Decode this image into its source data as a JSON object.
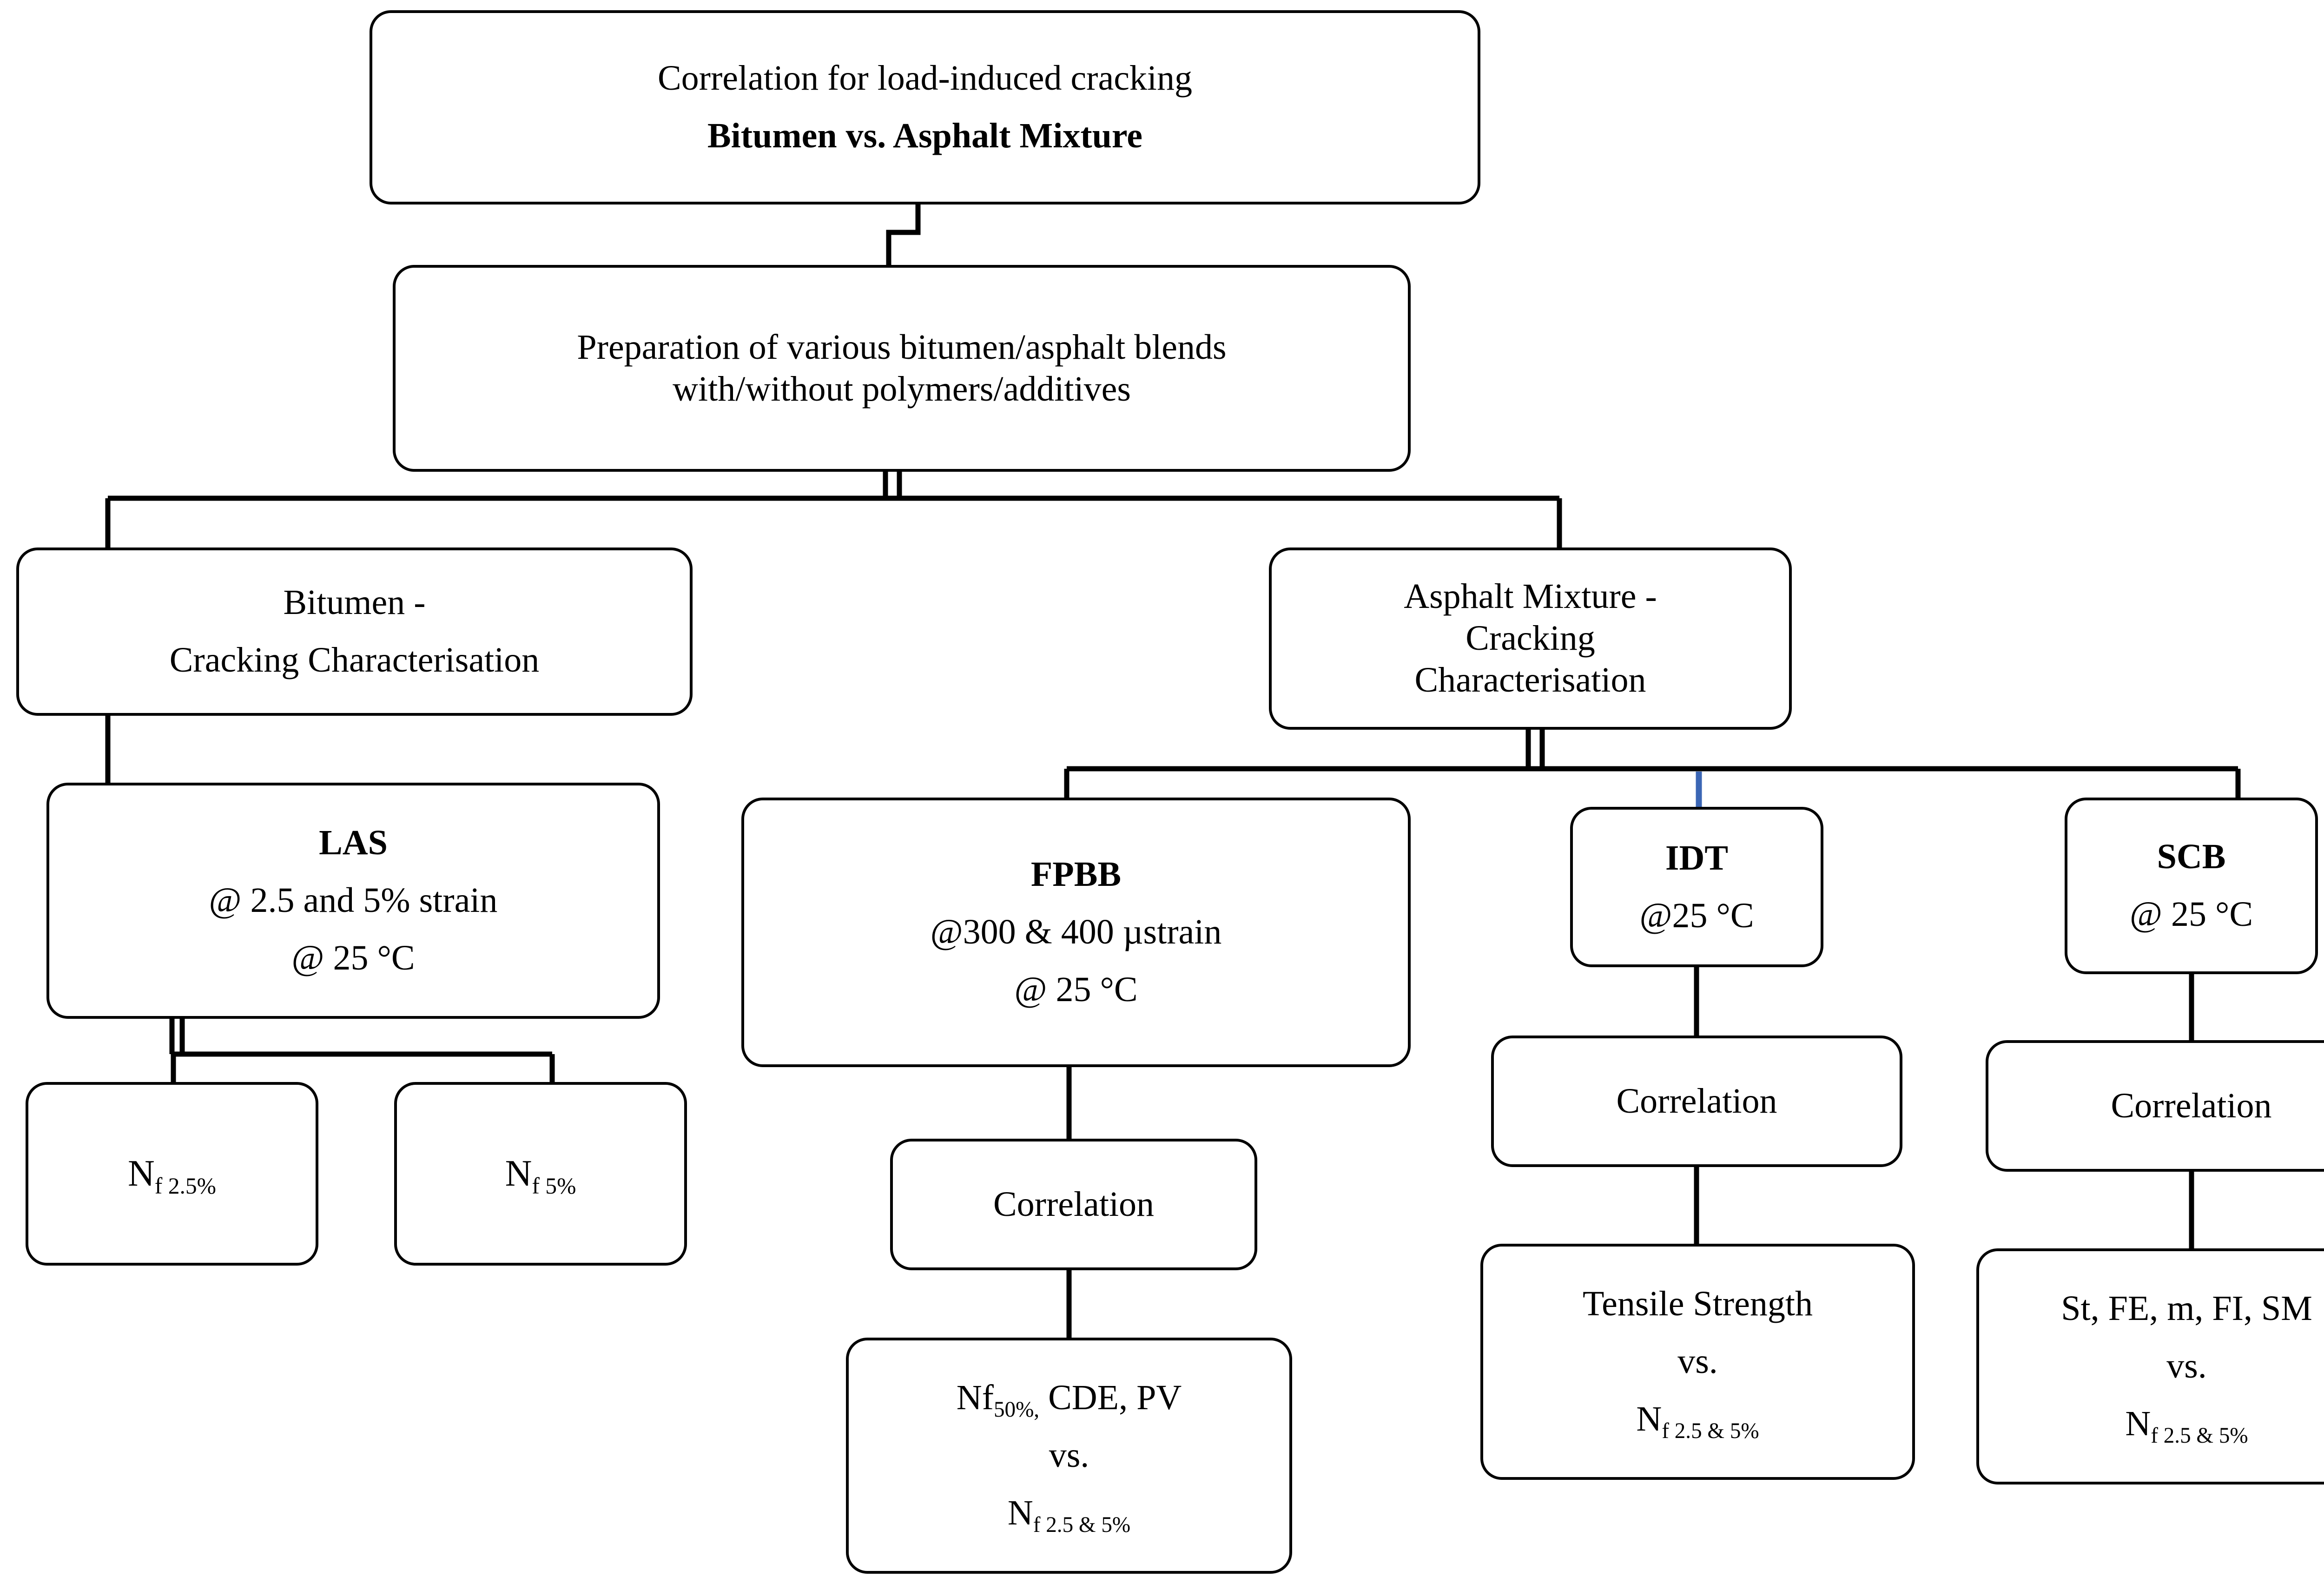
{
  "diagram": {
    "title_box": {
      "line1": "Correlation for load-induced cracking",
      "line2": "Bitumen vs. Asphalt Mixture"
    },
    "prep_box": {
      "line1": "Preparation of various bitumen/asphalt blends",
      "line2": "with/without polymers/additives"
    },
    "bitumen_branch": {
      "line1": "Bitumen -",
      "line2": "Cracking Characterisation"
    },
    "mixture_branch": {
      "line1": "Asphalt Mixture -",
      "line2": "Cracking",
      "line3": "Characterisation"
    },
    "las": {
      "title": "LAS",
      "line1": "@ 2.5 and 5% strain",
      "line2": "@ 25 °C"
    },
    "nf25": {
      "base": "N",
      "sub": "f 2.5%"
    },
    "nf5": {
      "base": "N",
      "sub": "f 5%"
    },
    "fpbb": {
      "title": "FPBB",
      "line1": "@300 & 400 µstrain",
      "line2": "@ 25 °C"
    },
    "fpbb_correlation": {
      "label": "Correlation"
    },
    "fpbb_result": {
      "line1_base": "Nf",
      "line1_sub": "50%,",
      "line1_rest": " CDE, PV",
      "line2": "vs.",
      "line3_base": "N",
      "line3_sub": "f 2.5 & 5%"
    },
    "idt": {
      "title": "IDT",
      "line1": "@25 °C"
    },
    "idt_correlation": {
      "label": "Correlation"
    },
    "idt_result": {
      "line1": "Tensile Strength",
      "line2": "vs.",
      "line3_base": "N",
      "line3_sub": "f 2.5 & 5%"
    },
    "scb": {
      "title": "SCB",
      "line1": "@ 25 °C"
    },
    "scb_correlation": {
      "label": "Correlation"
    },
    "scb_result": {
      "line1": "St, FE, m, FI, SM",
      "line2": "vs.",
      "line3_base": "N",
      "line3_sub": "f 2.5 & 5%"
    },
    "colors": {
      "stroke": "#000000",
      "background": "#ffffff",
      "idt_connector": "#3B66B5"
    }
  }
}
